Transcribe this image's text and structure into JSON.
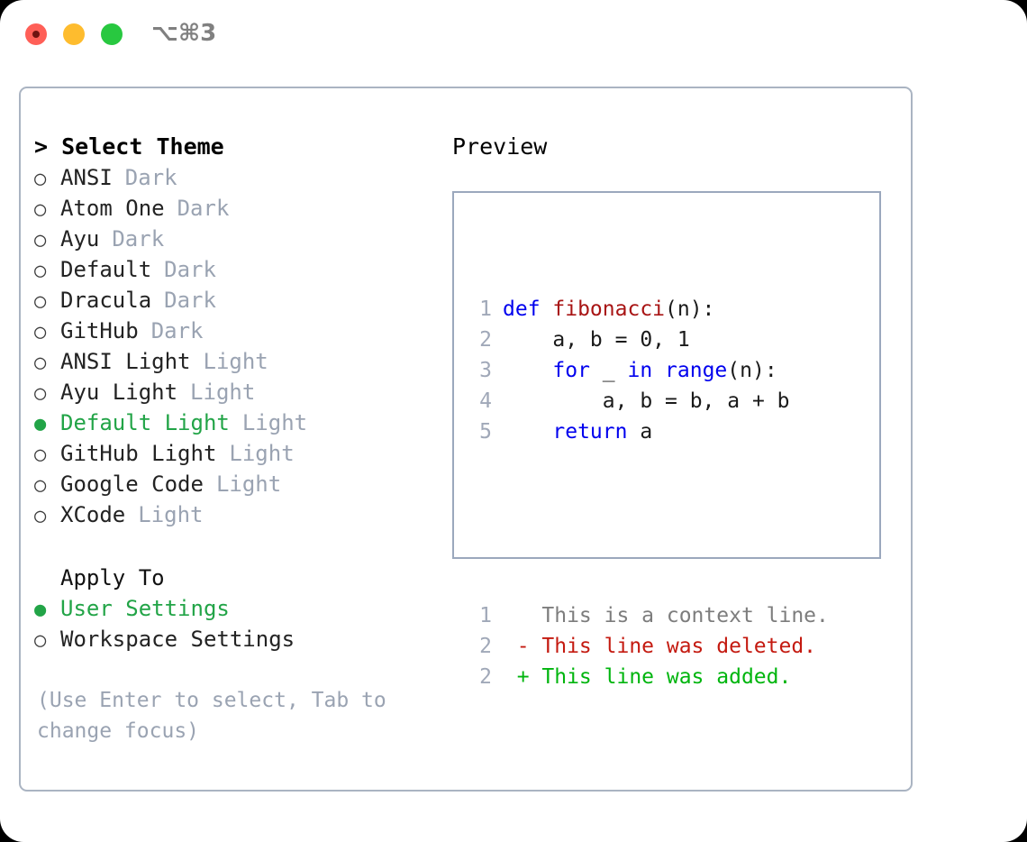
{
  "titlebar": {
    "shortcut": "⌥⌘3",
    "lights": [
      "close",
      "minimize",
      "maximize"
    ]
  },
  "chooser": {
    "title": "> Select Theme",
    "marker_selected": "●",
    "marker_unselected": "○",
    "themes": [
      {
        "name": "ANSI",
        "tag": "Dark",
        "selected": false
      },
      {
        "name": "Atom One",
        "tag": "Dark",
        "selected": false
      },
      {
        "name": "Ayu",
        "tag": "Dark",
        "selected": false
      },
      {
        "name": "Default",
        "tag": "Dark",
        "selected": false
      },
      {
        "name": "Dracula",
        "tag": "Dark",
        "selected": false
      },
      {
        "name": "GitHub",
        "tag": "Dark",
        "selected": false
      },
      {
        "name": "ANSI Light",
        "tag": "Light",
        "selected": false
      },
      {
        "name": "Ayu Light",
        "tag": "Light",
        "selected": false
      },
      {
        "name": "Default Light",
        "tag": "Light",
        "selected": true
      },
      {
        "name": "GitHub Light",
        "tag": "Light",
        "selected": false
      },
      {
        "name": "Google Code",
        "tag": "Light",
        "selected": false
      },
      {
        "name": "XCode",
        "tag": "Light",
        "selected": false
      }
    ]
  },
  "apply_to": {
    "title": "Apply To",
    "options": [
      {
        "label": "User Settings",
        "selected": true
      },
      {
        "label": "Workspace Settings",
        "selected": false
      }
    ]
  },
  "hint": "(Use Enter to select, Tab to change focus)",
  "preview": {
    "title": "Preview",
    "code_lines": [
      {
        "n": "1",
        "tokens": [
          {
            "t": "def ",
            "c": "kw"
          },
          {
            "t": "fibonacci",
            "c": "fn"
          },
          {
            "t": "(n):",
            "c": "pl"
          }
        ]
      },
      {
        "n": "2",
        "tokens": [
          {
            "t": "    a, b = 0, 1",
            "c": "pl"
          }
        ]
      },
      {
        "n": "3",
        "tokens": [
          {
            "t": "    ",
            "c": "pl"
          },
          {
            "t": "for",
            "c": "kw"
          },
          {
            "t": " _ ",
            "c": "pl"
          },
          {
            "t": "in",
            "c": "kw"
          },
          {
            "t": " ",
            "c": "pl"
          },
          {
            "t": "range",
            "c": "kw"
          },
          {
            "t": "(n):",
            "c": "pl"
          }
        ]
      },
      {
        "n": "4",
        "tokens": [
          {
            "t": "        a, b = b, a + b",
            "c": "pl"
          }
        ]
      },
      {
        "n": "5",
        "tokens": [
          {
            "t": "    ",
            "c": "pl"
          },
          {
            "t": "return",
            "c": "kw"
          },
          {
            "t": " a",
            "c": "pl"
          }
        ]
      }
    ],
    "diff_lines": [
      {
        "n": "1",
        "marker": " ",
        "text": "This is a context line.",
        "kind": "ctx"
      },
      {
        "n": "2",
        "marker": "-",
        "text": "This line was deleted.",
        "kind": "del"
      },
      {
        "n": "2",
        "marker": "+",
        "text": "This line was added.",
        "kind": "add"
      }
    ]
  },
  "colors": {
    "accent_green": "#22a447",
    "tag_grey": "#9aa3b2",
    "border": "#aab4c2",
    "preview_border": "#9ba8bd",
    "keyword_blue": "#0000ee",
    "function_red": "#a81414",
    "diff_add": "#00b50e",
    "diff_del": "#c41a10",
    "line_number": "#a0a8b8"
  }
}
